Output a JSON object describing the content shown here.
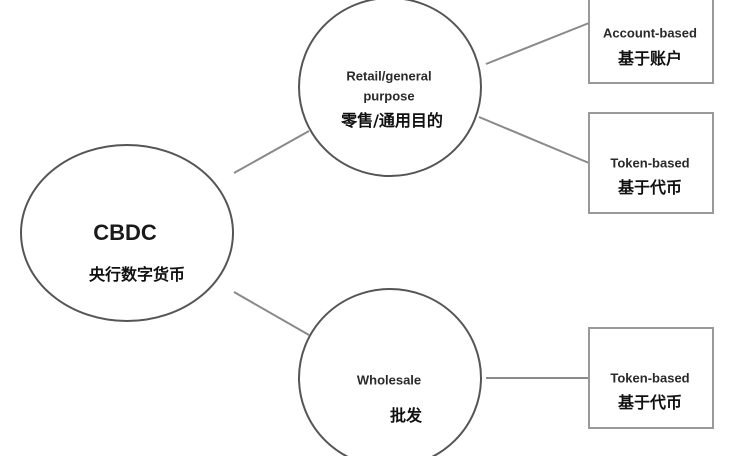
{
  "nodes": {
    "cbdc": {
      "en": "CBDC",
      "zh": "央行数字货币"
    },
    "retail": {
      "en_line1": "Retail/general",
      "en_line2": "purpose",
      "zh": "零售/通用目的"
    },
    "wholesale": {
      "en": "Wholesale",
      "zh": "批发"
    },
    "retail_account": {
      "en": "Account-based",
      "zh": "基于账户"
    },
    "retail_token": {
      "en": "Token-based",
      "zh": "基于代币"
    },
    "wholesale_token": {
      "en": "Token-based",
      "zh": "基于代币"
    }
  },
  "colors": {
    "stroke": "#555555",
    "line": "#8a8a8a"
  }
}
